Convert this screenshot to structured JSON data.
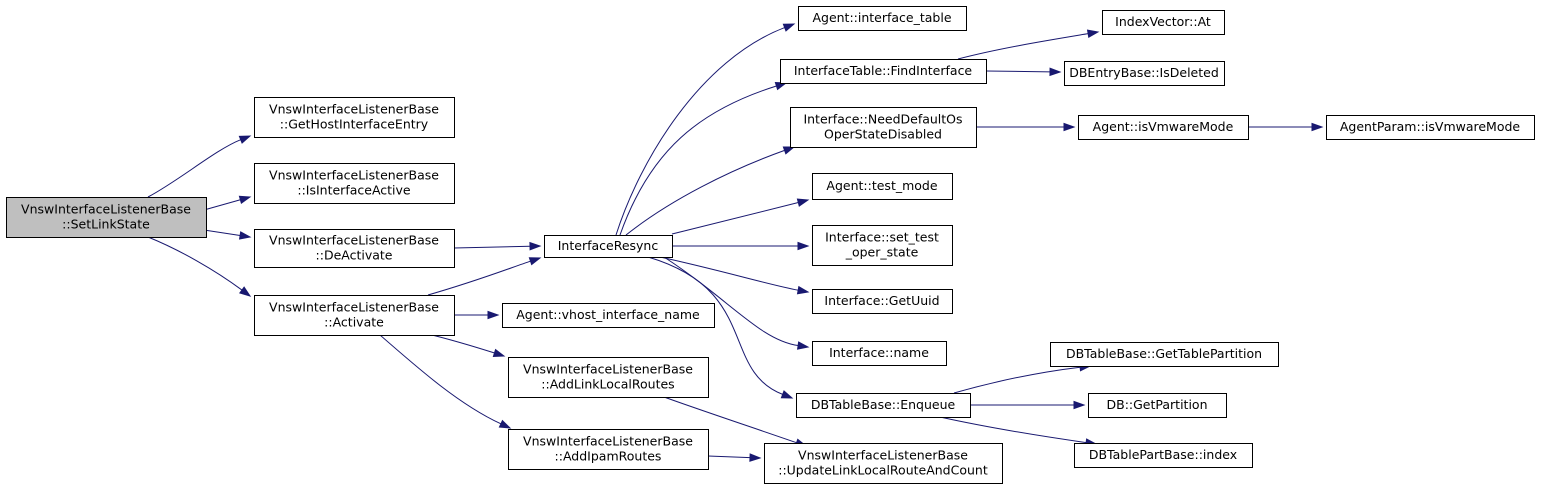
{
  "graph": {
    "root_color": "#bfbfbf",
    "node_color": "#ffffff",
    "edge_color": "#191970",
    "nodes": [
      {
        "id": "setlinkstate",
        "lines": [
          "VnswInterfaceListenerBase",
          "::SetLinkState"
        ],
        "root": true
      },
      {
        "id": "gethostinterfaceentry",
        "lines": [
          "VnswInterfaceListenerBase",
          "::GetHostInterfaceEntry"
        ]
      },
      {
        "id": "isinterfaceactive",
        "lines": [
          "VnswInterfaceListenerBase",
          "::IsInterfaceActive"
        ]
      },
      {
        "id": "deactivate",
        "lines": [
          "VnswInterfaceListenerBase",
          "::DeActivate"
        ]
      },
      {
        "id": "activate",
        "lines": [
          "VnswInterfaceListenerBase",
          "::Activate"
        ]
      },
      {
        "id": "interfaceresync",
        "lines": [
          "InterfaceResync"
        ]
      },
      {
        "id": "vhost-interface-name",
        "lines": [
          "Agent::vhost_interface_name"
        ]
      },
      {
        "id": "addlinklocalroutes",
        "lines": [
          "VnswInterfaceListenerBase",
          "::AddLinkLocalRoutes"
        ]
      },
      {
        "id": "addipamroutes",
        "lines": [
          "VnswInterfaceListenerBase",
          "::AddIpamRoutes"
        ]
      },
      {
        "id": "interface-table",
        "lines": [
          "Agent::interface_table"
        ]
      },
      {
        "id": "findinterface",
        "lines": [
          "InterfaceTable::FindInterface"
        ]
      },
      {
        "id": "needdefaultos",
        "lines": [
          "Interface::NeedDefaultOs",
          "OperStateDisabled"
        ]
      },
      {
        "id": "test-mode",
        "lines": [
          "Agent::test_mode"
        ]
      },
      {
        "id": "set-test-oper-state",
        "lines": [
          "Interface::set_test",
          "_oper_state"
        ]
      },
      {
        "id": "getuuid",
        "lines": [
          "Interface::GetUuid"
        ]
      },
      {
        "id": "interface-name",
        "lines": [
          "Interface::name"
        ]
      },
      {
        "id": "enqueue",
        "lines": [
          "DBTableBase::Enqueue"
        ]
      },
      {
        "id": "updatelinklocal",
        "lines": [
          "VnswInterfaceListenerBase",
          "::UpdateLinkLocalRouteAndCount"
        ]
      },
      {
        "id": "indexvector-at",
        "lines": [
          "IndexVector::At"
        ]
      },
      {
        "id": "isdeleted",
        "lines": [
          "DBEntryBase::IsDeleted"
        ]
      },
      {
        "id": "isvmwaremode-agent",
        "lines": [
          "Agent::isVmwareMode"
        ]
      },
      {
        "id": "isvmwaremode-param",
        "lines": [
          "AgentParam::isVmwareMode"
        ]
      },
      {
        "id": "gettablepartition",
        "lines": [
          "DBTableBase::GetTablePartition"
        ]
      },
      {
        "id": "getpartition",
        "lines": [
          "DB::GetPartition"
        ]
      },
      {
        "id": "partbase-index",
        "lines": [
          "DBTablePartBase::index"
        ]
      }
    ],
    "edges": [
      {
        "from": "setlinkstate",
        "to": "gethostinterfaceentry"
      },
      {
        "from": "setlinkstate",
        "to": "isinterfaceactive"
      },
      {
        "from": "setlinkstate",
        "to": "deactivate"
      },
      {
        "from": "setlinkstate",
        "to": "activate"
      },
      {
        "from": "deactivate",
        "to": "interfaceresync"
      },
      {
        "from": "activate",
        "to": "interfaceresync"
      },
      {
        "from": "activate",
        "to": "vhost-interface-name"
      },
      {
        "from": "activate",
        "to": "addlinklocalroutes"
      },
      {
        "from": "activate",
        "to": "addipamroutes"
      },
      {
        "from": "interfaceresync",
        "to": "interface-table"
      },
      {
        "from": "interfaceresync",
        "to": "findinterface"
      },
      {
        "from": "interfaceresync",
        "to": "needdefaultos"
      },
      {
        "from": "interfaceresync",
        "to": "test-mode"
      },
      {
        "from": "interfaceresync",
        "to": "set-test-oper-state"
      },
      {
        "from": "interfaceresync",
        "to": "getuuid"
      },
      {
        "from": "interfaceresync",
        "to": "interface-name"
      },
      {
        "from": "interfaceresync",
        "to": "enqueue"
      },
      {
        "from": "addlinklocalroutes",
        "to": "updatelinklocal"
      },
      {
        "from": "addipamroutes",
        "to": "updatelinklocal"
      },
      {
        "from": "findinterface",
        "to": "indexvector-at"
      },
      {
        "from": "findinterface",
        "to": "isdeleted"
      },
      {
        "from": "needdefaultos",
        "to": "isvmwaremode-agent"
      },
      {
        "from": "isvmwaremode-agent",
        "to": "isvmwaremode-param"
      },
      {
        "from": "enqueue",
        "to": "gettablepartition"
      },
      {
        "from": "enqueue",
        "to": "getpartition"
      },
      {
        "from": "enqueue",
        "to": "partbase-index"
      }
    ]
  }
}
